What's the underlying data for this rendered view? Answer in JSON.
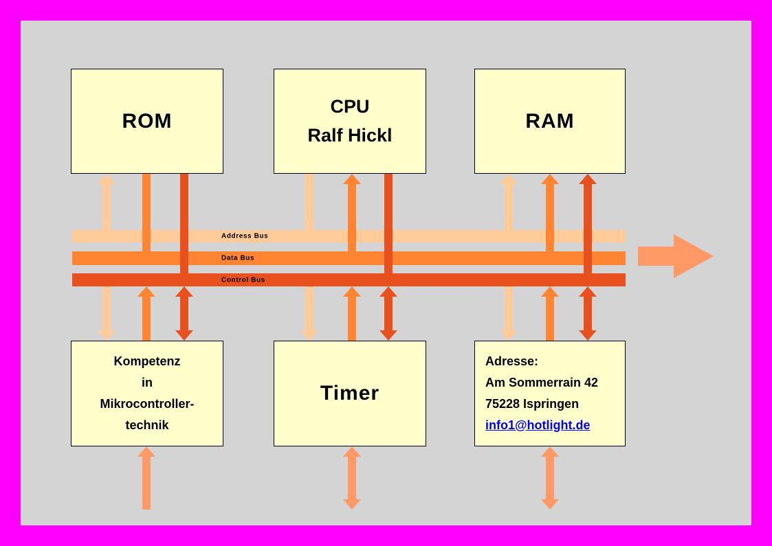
{
  "colors": {
    "frame": "#FF00FF",
    "background": "#D4D4D4",
    "box_fill": "#FFFFCC",
    "box_border": "#000000",
    "address_bus": "#FFCC99",
    "data_bus": "#FF8533",
    "control_bus": "#E8501E",
    "connector": "#FF9966",
    "email_link": "#0000FF"
  },
  "boxes": {
    "rom": {
      "label": "ROM"
    },
    "cpu": {
      "lines": [
        "CPU",
        "Ralf Hickl"
      ]
    },
    "ram": {
      "label": "RAM"
    },
    "kompetenz": {
      "lines": [
        "Kompetenz",
        "in",
        "Mikrocontroller-",
        "technik"
      ]
    },
    "timer": {
      "label": "Timer"
    },
    "adresse": {
      "lines": [
        "Adresse:",
        "Am Sommerrain 42",
        "75228 Ispringen"
      ],
      "email": "info1@hotlight.de"
    }
  },
  "buses": {
    "address": {
      "label": "Address Bus"
    },
    "data": {
      "label": "Data Bus"
    },
    "control": {
      "label": "Control Bus"
    }
  }
}
